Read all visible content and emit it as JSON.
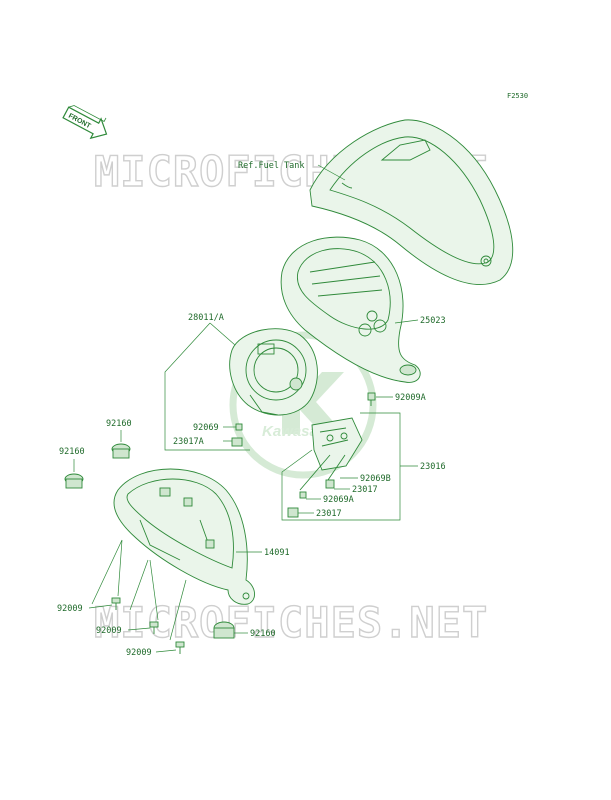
{
  "figure_code": "F2530",
  "front_label": "FRONT",
  "watermark_text": "MICROFICHES.NET",
  "logo_text": "Kawasaki",
  "reference_label": "Ref.Fuel Tank",
  "part_labels": {
    "p28011A": "28011/A",
    "p25023": "25023",
    "p92009A": "92009A",
    "p92069": "92069",
    "p23017A": "23017A",
    "p23016": "23016",
    "p92069B": "92069B",
    "p23017_upper": "23017",
    "p92069A": "92069A",
    "p23017_lower": "23017",
    "p92160_top": "92160",
    "p92160_left": "92160",
    "p14091": "14091",
    "p92009_1": "92009",
    "p92009_2": "92009",
    "p92009_3": "92009",
    "p92160_bottom": "92160"
  },
  "colors": {
    "line": "#2f8a3a",
    "text": "#1f6a2a",
    "watermark_outline": "#cfcfcf"
  }
}
